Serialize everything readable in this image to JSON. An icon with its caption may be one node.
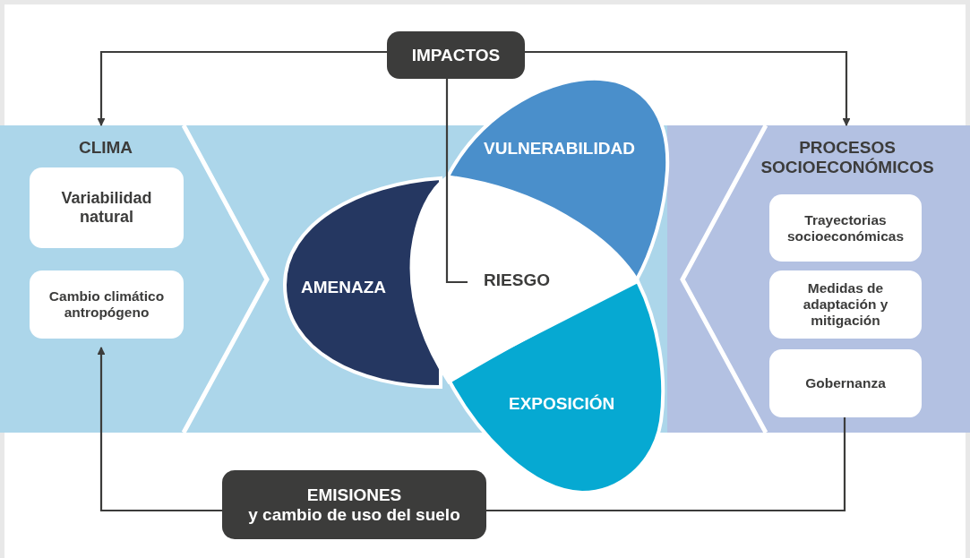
{
  "diagram": {
    "nodes": [
      {
        "text": [
          "IMPACTOS"
        ]
      },
      {
        "text": [
          "CLIMA"
        ]
      },
      {
        "text": [
          "Variabilidad natural"
        ],
        "in": 1
      },
      {
        "text": [
          "Cambio climático antropógeno"
        ],
        "in": 1
      },
      {
        "text": [
          "AMENAZA"
        ]
      },
      {
        "text": [
          "VULNERABILIDAD"
        ]
      },
      {
        "text": [
          "RIESGO"
        ]
      },
      {
        "text": [
          "EXPOSICIÓN"
        ]
      },
      {
        "text": [
          "PROCESOS SOCIOECONÓMICOS"
        ]
      },
      {
        "text": [
          "Trayectorias socioeconómicas"
        ],
        "in": 8
      },
      {
        "text": [
          "Medidas de adaptación y mitigación"
        ],
        "in": 8
      },
      {
        "text": [
          "Gobernanza"
        ],
        "in": 8
      },
      {
        "text": [
          "EMISIONES",
          "y cambio de uso del suelo"
        ]
      }
    ],
    "edges": [
      {
        "from": 0,
        "to": 1,
        "arrow": "to"
      },
      {
        "from": 0,
        "to": 8,
        "arrow": "to"
      },
      {
        "from": 0,
        "to": 6,
        "arrow": "none"
      },
      {
        "from": 12,
        "to": 3,
        "arrow": "to"
      },
      {
        "from": 11,
        "to": 12,
        "arrow": "none"
      }
    ]
  }
}
